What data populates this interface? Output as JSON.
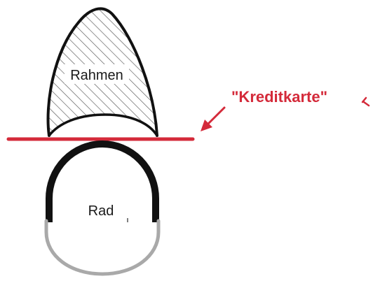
{
  "labels": {
    "frame": "Rahmen",
    "wheel": "Rad",
    "card": "\"Kreditkarte\""
  },
  "colors": {
    "outline": "#111111",
    "hatch": "#555555",
    "card": "#d42a3a",
    "tire_lower": "#a9a9a9",
    "background": "#ffffff"
  }
}
